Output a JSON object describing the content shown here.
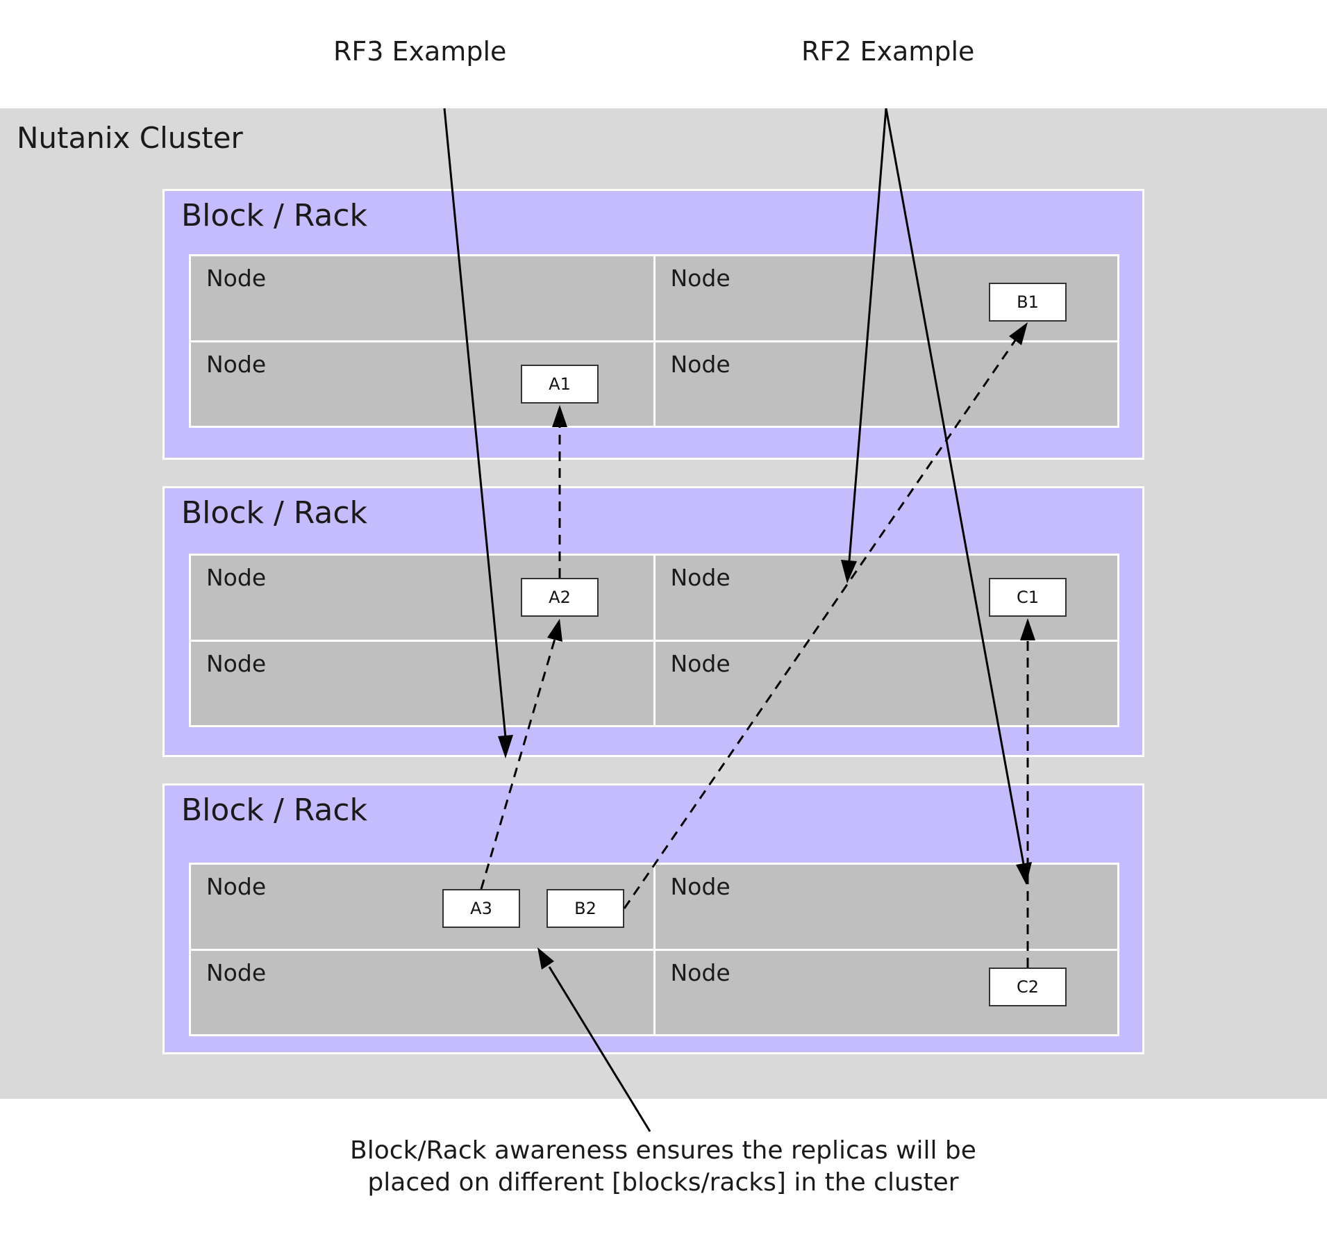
{
  "headings": {
    "rf3": "RF3  Example",
    "rf2": "RF2 Example"
  },
  "cluster": {
    "title": "Nutanix Cluster",
    "blocks": [
      {
        "title": "Block / Rack",
        "nodes": [
          "Node",
          "Node",
          "Node",
          "Node"
        ]
      },
      {
        "title": "Block / Rack",
        "nodes": [
          "Node",
          "Node",
          "Node",
          "Node"
        ]
      },
      {
        "title": "Block / Rack",
        "nodes": [
          "Node",
          "Node",
          "Node",
          "Node"
        ]
      }
    ]
  },
  "replicas": {
    "a1": "A1",
    "a2": "A2",
    "a3": "A3",
    "b1": "B1",
    "b2": "B2",
    "c1": "C1",
    "c2": "C2"
  },
  "caption": {
    "line1": "Block/Rack awareness ensures the replicas will be",
    "line2": "placed on different [blocks/racks] in the cluster"
  },
  "colors": {
    "cluster_bg": "#d9d9d9",
    "block_bg": "#c4bcfc",
    "node_bg": "#bfbfbf",
    "replica_bg": "#ffffff",
    "line": "#000000"
  }
}
